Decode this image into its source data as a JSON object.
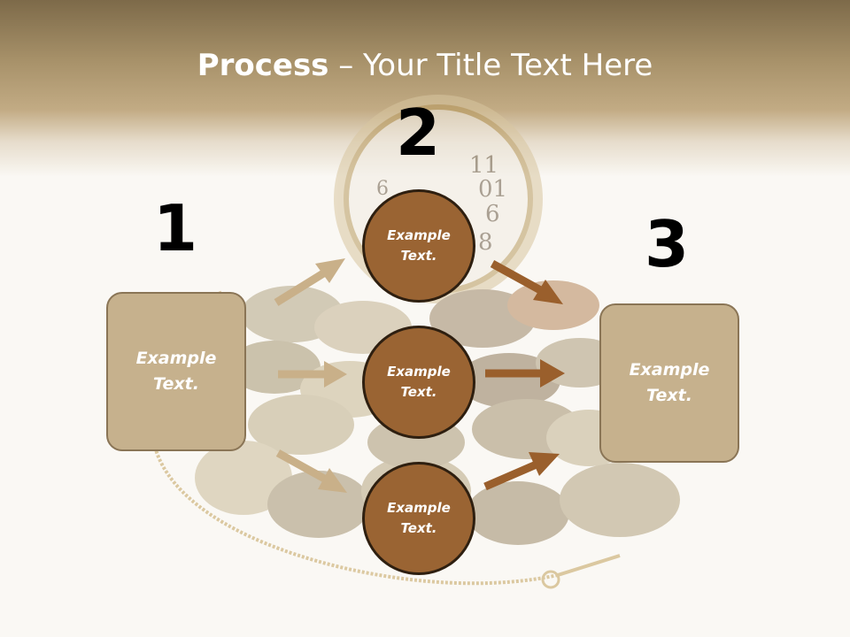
{
  "title": {
    "bold": "Process",
    "rest": " – Your Title Text Here"
  },
  "steps": {
    "one": "1",
    "two": "2",
    "three": "3"
  },
  "left_box": {
    "line1": "Example",
    "line2": "Text."
  },
  "right_box": {
    "line1": "Example",
    "line2": "Text."
  },
  "circles": [
    {
      "line1": "Example",
      "line2": "Text."
    },
    {
      "line1": "Example",
      "line2": "Text."
    },
    {
      "line1": "Example",
      "line2": "Text."
    }
  ],
  "colors": {
    "box_fill": "#c6b18d",
    "circle_fill": "#9a6433",
    "arrow_light": "#c9b089",
    "arrow_dark": "#9a5f2c"
  }
}
